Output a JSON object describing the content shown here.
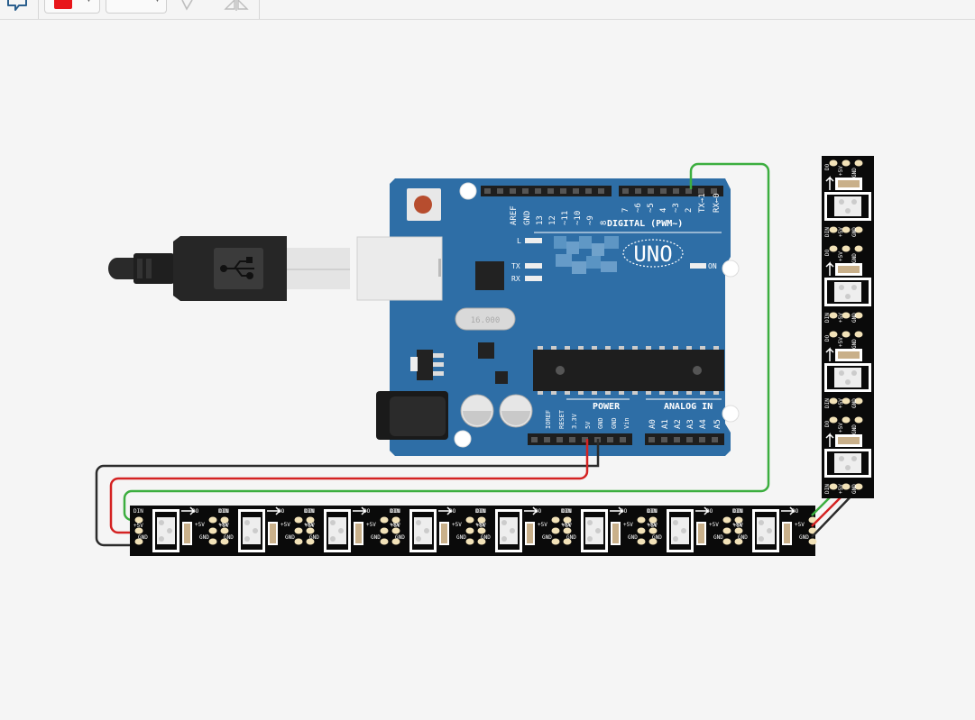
{
  "toolbar": {
    "items": [
      "notes-icon",
      "color-picker",
      "wire-type-picker",
      "rotate-icon",
      "flip-icon"
    ],
    "wire_color": "#e8161a"
  },
  "board": {
    "brand": "UNO",
    "on_label": "ON",
    "digital_label": "DIGITAL (PWM~)",
    "power_label": "POWER",
    "analog_label": "ANALOG IN",
    "led_l": "L",
    "led_tx": "TX",
    "led_rx": "RX",
    "crystal": "16.000",
    "digital_pins_left": [
      "AREF",
      "GND",
      "13",
      "12",
      "~11",
      "~10",
      "~9",
      "8"
    ],
    "digital_pins_right": [
      "7",
      "~6",
      "~5",
      "4",
      "~3",
      "2",
      "TX→1",
      "RX←0"
    ],
    "power_pins": [
      "IOREF",
      "RESET",
      "3.3V",
      "5V",
      "GND",
      "GND",
      "Vin"
    ],
    "analog_pins": [
      "A0",
      "A1",
      "A2",
      "A3",
      "A4",
      "A5"
    ],
    "color": "#2e6ea6"
  },
  "strip": {
    "pad_labels": {
      "din": "DIN",
      "do": "DO",
      "v5": "+5V",
      "gnd": "GND"
    },
    "horizontal_count": 8,
    "vertical_count": 4
  },
  "wires": {
    "gnd_color": "#2b2b2b",
    "power_color": "#d42222",
    "data_color": "#3cae3f"
  }
}
